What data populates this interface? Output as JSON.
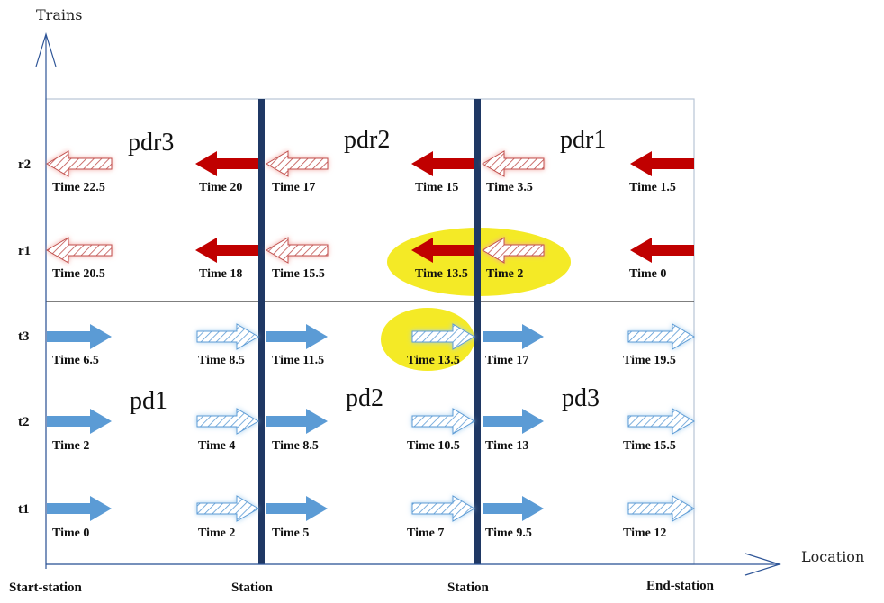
{
  "axes": {
    "y_label": "Trains",
    "x_label": "Location"
  },
  "rows": [
    "r2",
    "r1",
    "t3",
    "t2",
    "t1"
  ],
  "stations": [
    "Start-station",
    "Station",
    "Station",
    "End-station"
  ],
  "regions": [
    "pdr3",
    "pdr2",
    "pdr1",
    "pd1",
    "pd2",
    "pd3"
  ],
  "colors": {
    "red_solid": "#c00000",
    "red_hatch": "#c0504d",
    "blue_solid": "#5b9bd5",
    "station_bar": "#1f3864",
    "highlight": "#f2e600"
  },
  "arrows": [
    {
      "row": "r2",
      "dir": "left",
      "style": "hatched",
      "time": "Time 22.5"
    },
    {
      "row": "r2",
      "dir": "left",
      "style": "solid",
      "time": "Time 20"
    },
    {
      "row": "r2",
      "dir": "left",
      "style": "hatched",
      "time": "Time 17"
    },
    {
      "row": "r2",
      "dir": "left",
      "style": "solid",
      "time": "Time 15"
    },
    {
      "row": "r2",
      "dir": "left",
      "style": "hatched",
      "time": "Time 3.5"
    },
    {
      "row": "r2",
      "dir": "left",
      "style": "solid",
      "time": "Time 1.5"
    },
    {
      "row": "r1",
      "dir": "left",
      "style": "hatched",
      "time": "Time 20.5"
    },
    {
      "row": "r1",
      "dir": "left",
      "style": "solid",
      "time": "Time 18"
    },
    {
      "row": "r1",
      "dir": "left",
      "style": "hatched",
      "time": "Time 15.5"
    },
    {
      "row": "r1",
      "dir": "left",
      "style": "solid",
      "time": "Time 13.5",
      "highlighted": true
    },
    {
      "row": "r1",
      "dir": "left",
      "style": "hatched",
      "time": "Time 2"
    },
    {
      "row": "r1",
      "dir": "left",
      "style": "solid",
      "time": "Time 0"
    },
    {
      "row": "t3",
      "dir": "right",
      "style": "solid",
      "time": "Time 6.5"
    },
    {
      "row": "t3",
      "dir": "right",
      "style": "hatched",
      "time": "Time 8.5"
    },
    {
      "row": "t3",
      "dir": "right",
      "style": "solid",
      "time": "Time 11.5"
    },
    {
      "row": "t3",
      "dir": "right",
      "style": "hatched",
      "time": "Time 13.5",
      "highlighted": true
    },
    {
      "row": "t3",
      "dir": "right",
      "style": "solid",
      "time": "Time 17"
    },
    {
      "row": "t3",
      "dir": "right",
      "style": "hatched",
      "time": "Time 19.5"
    },
    {
      "row": "t2",
      "dir": "right",
      "style": "solid",
      "time": "Time 2"
    },
    {
      "row": "t2",
      "dir": "right",
      "style": "hatched",
      "time": "Time 4"
    },
    {
      "row": "t2",
      "dir": "right",
      "style": "solid",
      "time": "Time 8.5"
    },
    {
      "row": "t2",
      "dir": "right",
      "style": "hatched",
      "time": "Time 10.5"
    },
    {
      "row": "t2",
      "dir": "right",
      "style": "solid",
      "time": "Time 13"
    },
    {
      "row": "t2",
      "dir": "right",
      "style": "hatched",
      "time": "Time 15.5"
    },
    {
      "row": "t1",
      "dir": "right",
      "style": "solid",
      "time": "Time 0"
    },
    {
      "row": "t1",
      "dir": "right",
      "style": "hatched",
      "time": "Time 2"
    },
    {
      "row": "t1",
      "dir": "right",
      "style": "solid",
      "time": "Time 5"
    },
    {
      "row": "t1",
      "dir": "right",
      "style": "hatched",
      "time": "Time 7"
    },
    {
      "row": "t1",
      "dir": "right",
      "style": "solid",
      "time": "Time 9.5"
    },
    {
      "row": "t1",
      "dir": "right",
      "style": "hatched",
      "time": "Time 12"
    }
  ]
}
